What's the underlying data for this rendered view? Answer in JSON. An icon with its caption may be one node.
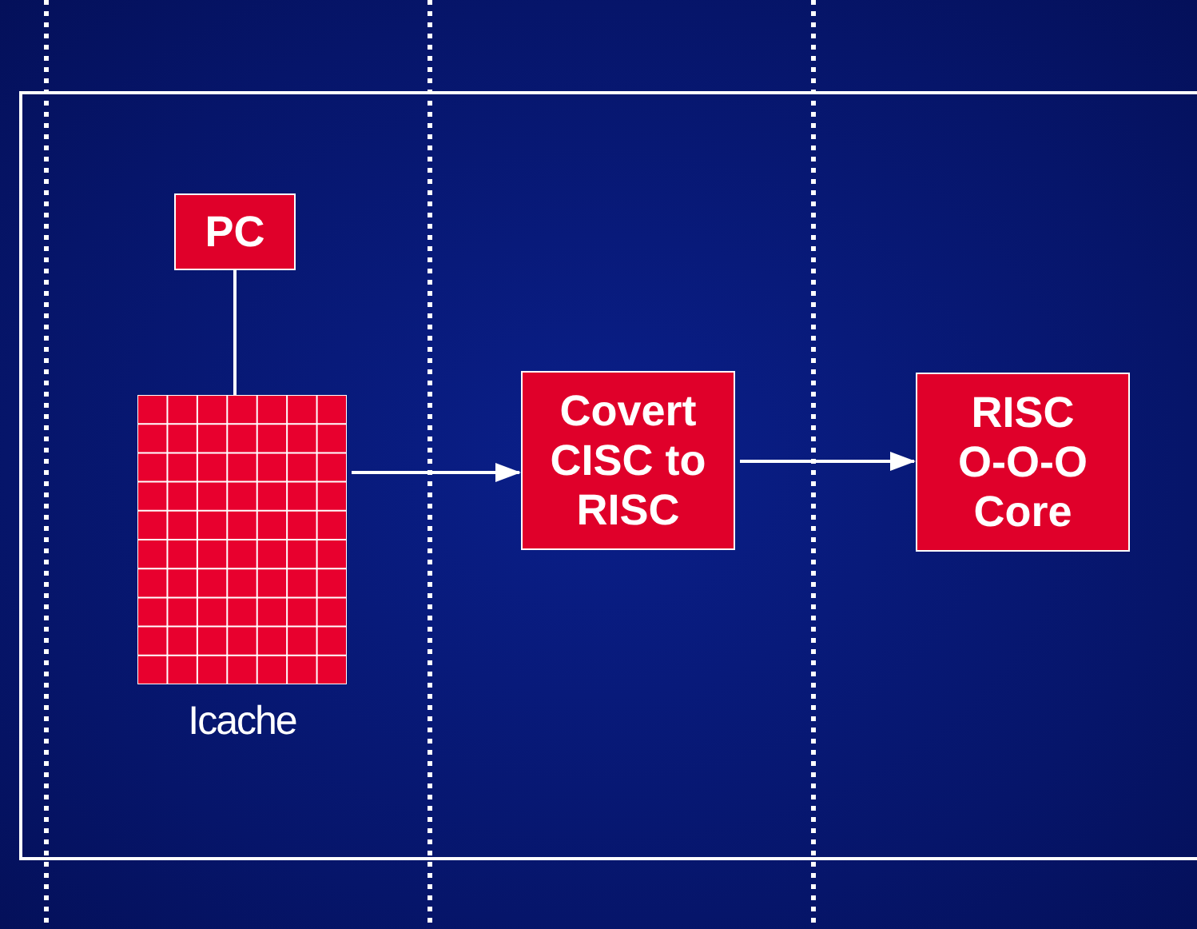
{
  "diagram": {
    "nodes": [
      {
        "text": [],
        "shape": "box"
      },
      {
        "text": [
          "PC"
        ],
        "in": 0
      },
      {
        "text": [
          "Icache"
        ],
        "in": 0
      },
      {
        "text": [
          "Covert CISC to RISC"
        ],
        "in": 0
      },
      {
        "text": [
          "RISC O-O-O Core"
        ],
        "in": 0
      }
    ],
    "edges": [
      {
        "from": 1,
        "to": 2,
        "arrow": "none"
      },
      {
        "from": 2,
        "to": 3,
        "arrow": "to"
      },
      {
        "from": 3,
        "to": 4,
        "arrow": "to"
      }
    ]
  }
}
